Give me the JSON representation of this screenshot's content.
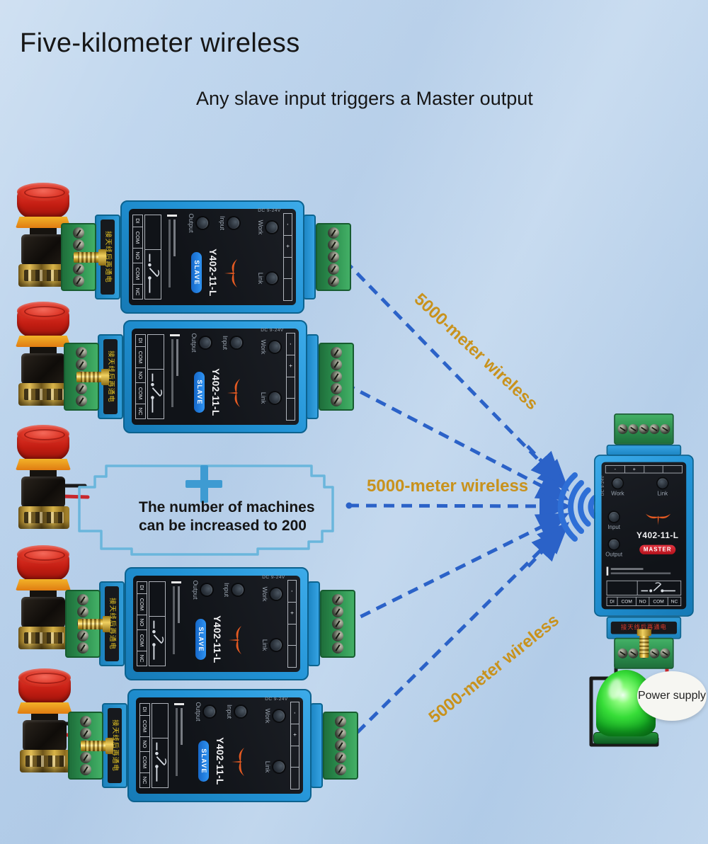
{
  "page": {
    "title": "Five-kilometer wireless",
    "subtitle": "Any slave input triggers a Master output"
  },
  "annotations": {
    "wireless_label_top": "5000-meter wireless",
    "wireless_label_middle": "5000-meter wireless",
    "wireless_label_bottom": "5000-meter wireless",
    "expansion_note": "The number of machines can be increased to 200",
    "power_supply": "Power supply"
  },
  "devices": {
    "slave": {
      "model": "Y402-11-L",
      "badge": "SLAVE",
      "led_labels": {
        "work": "Work",
        "link": "Link",
        "input": "Input",
        "output": "Output"
      },
      "terminal_labels": [
        "DI",
        "COM",
        "NO",
        "COM",
        "NC"
      ],
      "polarity": [
        "-",
        "+"
      ],
      "supply_text": "DC 9-24V",
      "warning_text": "接天线后再通电"
    },
    "master": {
      "model": "Y402-11-L",
      "badge": "MASTER",
      "led_labels": {
        "work": "Work",
        "link": "Link",
        "input": "Input",
        "output": "Output"
      },
      "terminal_labels": [
        "DI",
        "COM",
        "NO",
        "COM",
        "NC"
      ],
      "polarity": [
        "-",
        "+"
      ],
      "supply_text": "DC 9-24V",
      "warning_text": "接天线后再通电"
    }
  },
  "colors": {
    "background": "#b9d2ec",
    "arrow_blue": "#2b62c8",
    "module_blue": "#2a9ade",
    "label_orange": "#c8921d",
    "badge_master": "#d8232e",
    "badge_slave": "#1f83e8",
    "terminal_green": "#2b8d4d",
    "lamp_green": "#2ed832",
    "wire_red": "#c8272c",
    "wire_black": "#1a1a1a"
  }
}
